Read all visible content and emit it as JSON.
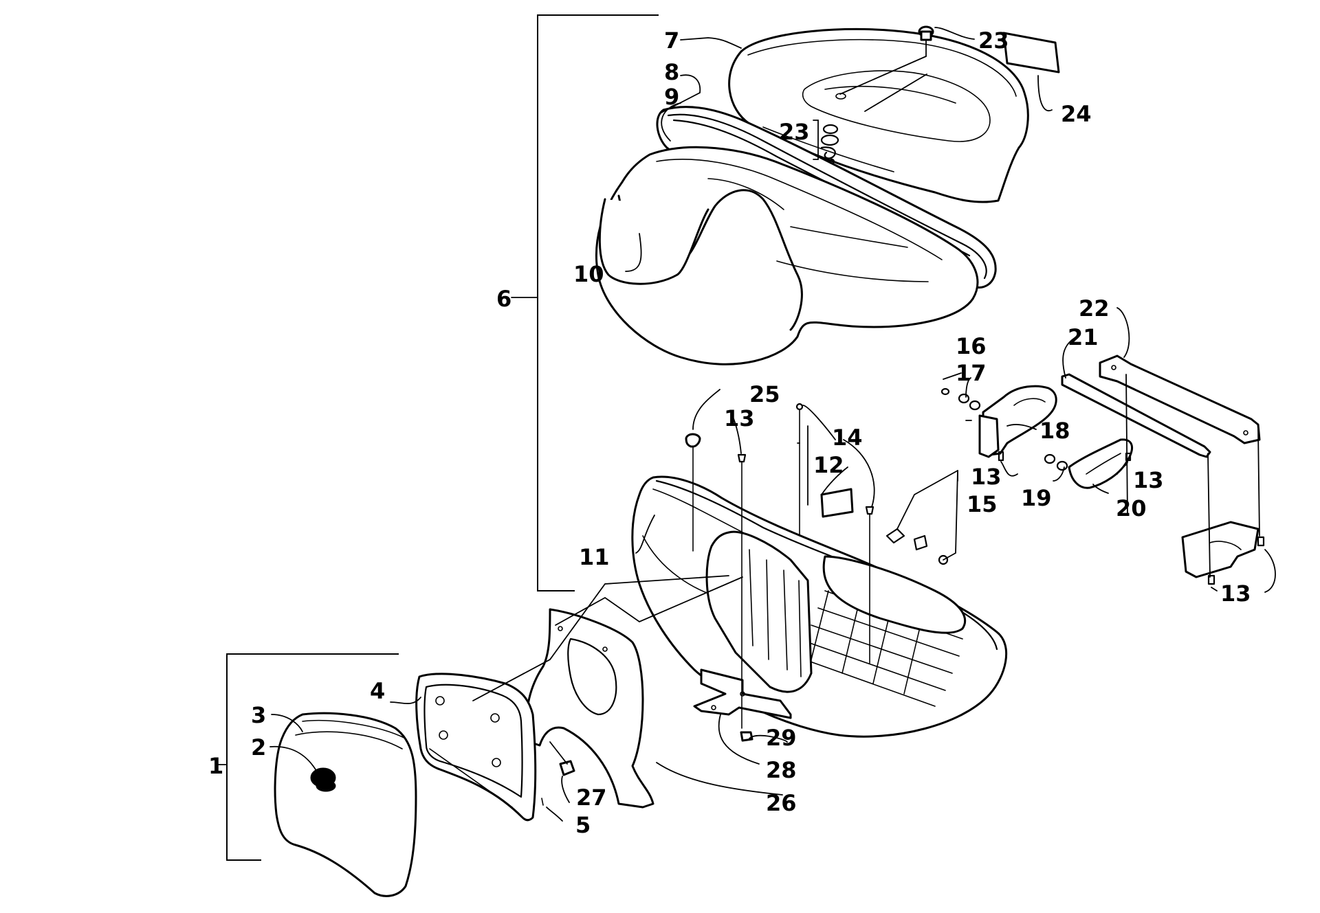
{
  "diagram": {
    "callouts": [
      {
        "id": "c1",
        "text": "1"
      },
      {
        "id": "c2",
        "text": "2"
      },
      {
        "id": "c3",
        "text": "3"
      },
      {
        "id": "c4",
        "text": "4"
      },
      {
        "id": "c5",
        "text": "5"
      },
      {
        "id": "c6",
        "text": "6"
      },
      {
        "id": "c7",
        "text": "7"
      },
      {
        "id": "c8",
        "text": "8"
      },
      {
        "id": "c9",
        "text": "9"
      },
      {
        "id": "c10",
        "text": "10"
      },
      {
        "id": "c11",
        "text": "11"
      },
      {
        "id": "c12",
        "text": "12"
      },
      {
        "id": "c13a",
        "text": "13"
      },
      {
        "id": "c13b",
        "text": "13"
      },
      {
        "id": "c13c",
        "text": "13"
      },
      {
        "id": "c13d",
        "text": "13"
      },
      {
        "id": "c14",
        "text": "14"
      },
      {
        "id": "c15",
        "text": "15"
      },
      {
        "id": "c16",
        "text": "16"
      },
      {
        "id": "c17",
        "text": "17"
      },
      {
        "id": "c18",
        "text": "18"
      },
      {
        "id": "c19",
        "text": "19"
      },
      {
        "id": "c20",
        "text": "20"
      },
      {
        "id": "c21",
        "text": "21"
      },
      {
        "id": "c22",
        "text": "22"
      },
      {
        "id": "c23a",
        "text": "23"
      },
      {
        "id": "c23b",
        "text": "23"
      },
      {
        "id": "c24",
        "text": "24"
      },
      {
        "id": "c25",
        "text": "25"
      },
      {
        "id": "c26",
        "text": "26"
      },
      {
        "id": "c27",
        "text": "27"
      },
      {
        "id": "c28",
        "text": "28"
      },
      {
        "id": "c29",
        "text": "29"
      }
    ],
    "colors": {
      "ink": "#000000",
      "paper": "#ffffff"
    }
  }
}
